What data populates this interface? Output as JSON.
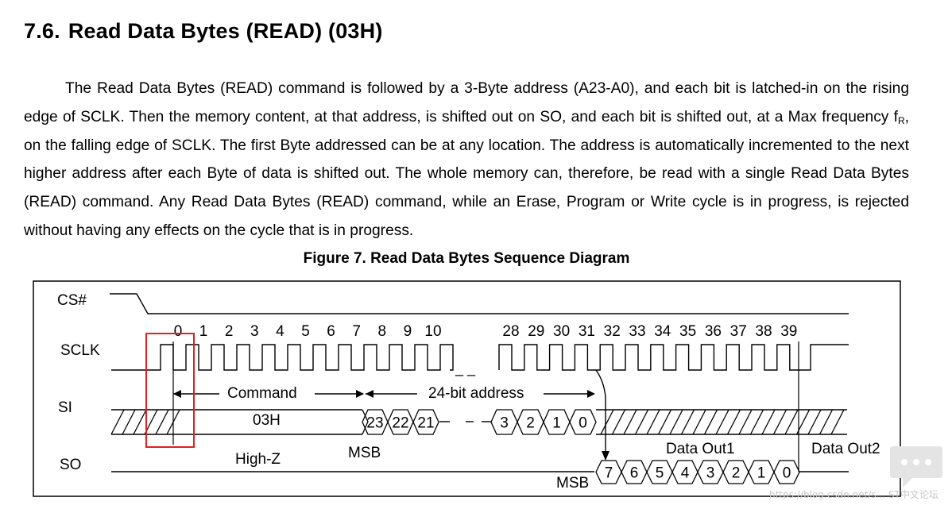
{
  "section": {
    "number": "7.6.",
    "title": "Read Data Bytes (READ) (03H)"
  },
  "paragraph": {
    "part1": "The Read Data Bytes (READ) command is followed by a 3-Byte address (A23-A0), and each bit is latched-in on the rising edge of SCLK. Then the memory content, at that address, is shifted out on SO, and each bit is shifted out, at a Max frequency f",
    "subscript": "R",
    "part2": ", on the falling edge of SCLK. The first Byte addressed can be at any location. The address is automatically incremented to the next higher address after each Byte of data is shifted out. The whole memory can, therefore, be read with a single Read Data Bytes (READ) command. Any Read Data Bytes (READ) command, while an Erase, Program or Write cycle is in progress, is rejected without having any effects on the cycle that is in progress."
  },
  "figure": {
    "caption": "Figure 7. Read Data Bytes Sequence Diagram",
    "signals": {
      "cs": "CS#",
      "sclk": "SCLK",
      "si": "SI",
      "so": "SO"
    },
    "clock_numbers_left": [
      "0",
      "1",
      "2",
      "3",
      "4",
      "5",
      "6",
      "7",
      "8",
      "9",
      "10"
    ],
    "clock_numbers_right": [
      "28",
      "29",
      "30",
      "31",
      "32",
      "33",
      "34",
      "35",
      "36",
      "37",
      "38",
      "39"
    ],
    "labels": {
      "command": "Command",
      "address": "24-bit address",
      "opcode": "03H",
      "msb_si": "MSB",
      "msb_so": "MSB",
      "high_z": "High-Z",
      "data_out1": "Data Out1",
      "data_out2": "Data Out2"
    },
    "si_address_bits_start": [
      "23",
      "22",
      "21"
    ],
    "si_address_bits_end": [
      "3",
      "2",
      "1",
      "0"
    ],
    "so_data_bits": [
      "7",
      "6",
      "5",
      "4",
      "3",
      "2",
      "1",
      "0"
    ],
    "highlight_color": "#e02020"
  },
  "watermark": {
    "text": "https://blog.csdn.net/s... ST中文论坛",
    "icon": "chat-bubble-icon"
  }
}
